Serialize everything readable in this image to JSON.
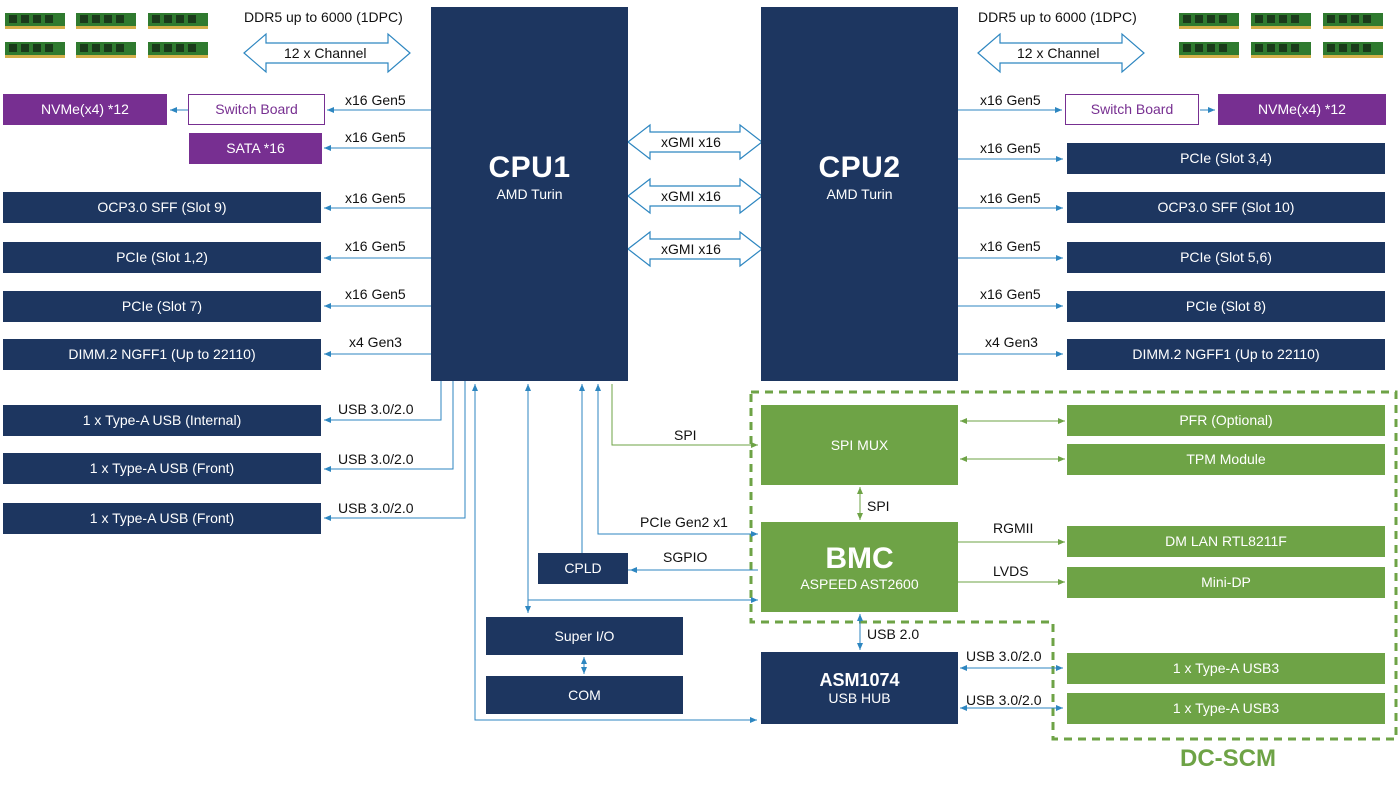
{
  "colors": {
    "navy": "#1d3660",
    "green": "#6ea346",
    "purple": "#772f91",
    "link_blue": "#2d86c0",
    "link_green": "#6ea346"
  },
  "memory": {
    "left": {
      "spec": "DDR5 up to 6000 (1DPC)",
      "channels": "12 x Channel"
    },
    "right": {
      "spec": "DDR5 up to 6000 (1DPC)",
      "channels": "12 x Channel"
    },
    "dimm_icon": "dimm-module-icon"
  },
  "cpu1": {
    "name": "CPU1",
    "model": "AMD Turin"
  },
  "cpu2": {
    "name": "CPU2",
    "model": "AMD Turin"
  },
  "xgmi": [
    "xGMI x16",
    "xGMI x16",
    "xGMI x16"
  ],
  "left_devices": {
    "nvme": "NVMe(x4) *12",
    "switch": "Switch Board",
    "sata": "SATA *16",
    "ocp": "OCP3.0 SFF (Slot 9)",
    "pcie12": "PCIe (Slot 1,2)",
    "pcie7": "PCIe (Slot 7)",
    "dimm2": "DIMM.2 NGFF1 (Up to 22110)",
    "usb_int": "1 x Type-A USB (Internal)",
    "usb_front1": "1 x Type-A USB (Front)",
    "usb_front2": "1 x Type-A USB (Front)"
  },
  "left_links": {
    "switch": "x16 Gen5",
    "sata": "x16 Gen5",
    "ocp": "x16 Gen5",
    "pcie12": "x16 Gen5",
    "pcie7": "x16 Gen5",
    "dimm2": "x4 Gen3",
    "usb1": "USB 3.0/2.0",
    "usb2": "USB 3.0/2.0",
    "usb3": "USB 3.0/2.0"
  },
  "right_devices": {
    "switch": "Switch Board",
    "nvme": "NVMe(x4) *12",
    "pcie34": "PCIe (Slot 3,4)",
    "ocp": "OCP3.0 SFF (Slot 10)",
    "pcie56": "PCIe (Slot 5,6)",
    "pcie8": "PCIe (Slot 8)",
    "dimm2": "DIMM.2 NGFF1 (Up to 22110)"
  },
  "right_links": {
    "switch": "x16 Gen5",
    "pcie34": "x16 Gen5",
    "ocp": "x16 Gen5",
    "pcie56": "x16 Gen5",
    "pcie8": "x16 Gen5",
    "dimm2": "x4 Gen3"
  },
  "scm": {
    "spi_mux": "SPI MUX",
    "pfr": "PFR (Optional)",
    "tpm": "TPM Module",
    "bmc_title": "BMC",
    "bmc_model": "ASPEED AST2600",
    "lan": "DM LAN RTL8211F",
    "minidp": "Mini-DP",
    "usb3a": "1 x Type-A USB3",
    "usb3b": "1 x Type-A USB3",
    "label": "DC-SCM"
  },
  "center": {
    "cpld": "CPLD",
    "superio": "Super I/O",
    "com": "COM",
    "hub_title": "ASM1074",
    "hub_sub": "USB HUB"
  },
  "center_links": {
    "spi_cpu": "SPI",
    "spi_bmc": "SPI",
    "pcie_gen2": "PCIe Gen2 x1",
    "sgpio": "SGPIO",
    "rgmii": "RGMII",
    "lvds": "LVDS",
    "usb20": "USB 2.0",
    "hub_usb1": "USB 3.0/2.0",
    "hub_usb2": "USB 3.0/2.0"
  }
}
